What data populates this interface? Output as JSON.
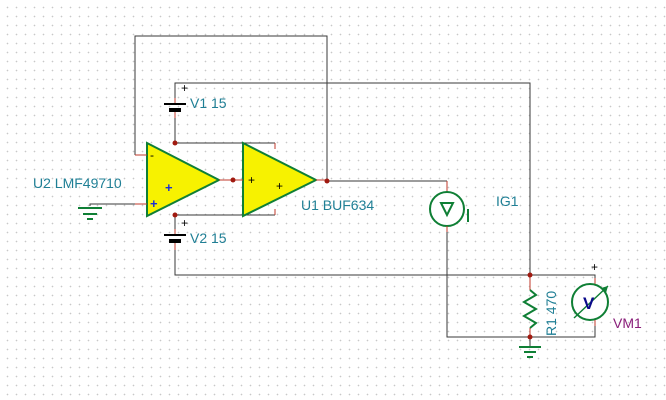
{
  "labels": {
    "v1": "V1 15",
    "v2": "V2 15",
    "u2": "U2 LMF49710",
    "u1": "U1 BUF634",
    "ig1": "IG1",
    "r1": "R1 470",
    "vm1": "VM1",
    "meter_glyph": "V"
  },
  "pin_marks": {
    "plus": "+",
    "minus": "-"
  },
  "colors": {
    "wire": "#3a3a3a",
    "pin": "#c03a2b",
    "label": "#1f7f95",
    "meter_label": "#8a1f7a",
    "component": "#0f7f35",
    "opamp_fill": "#f7f200",
    "node": "#a01a10"
  }
}
